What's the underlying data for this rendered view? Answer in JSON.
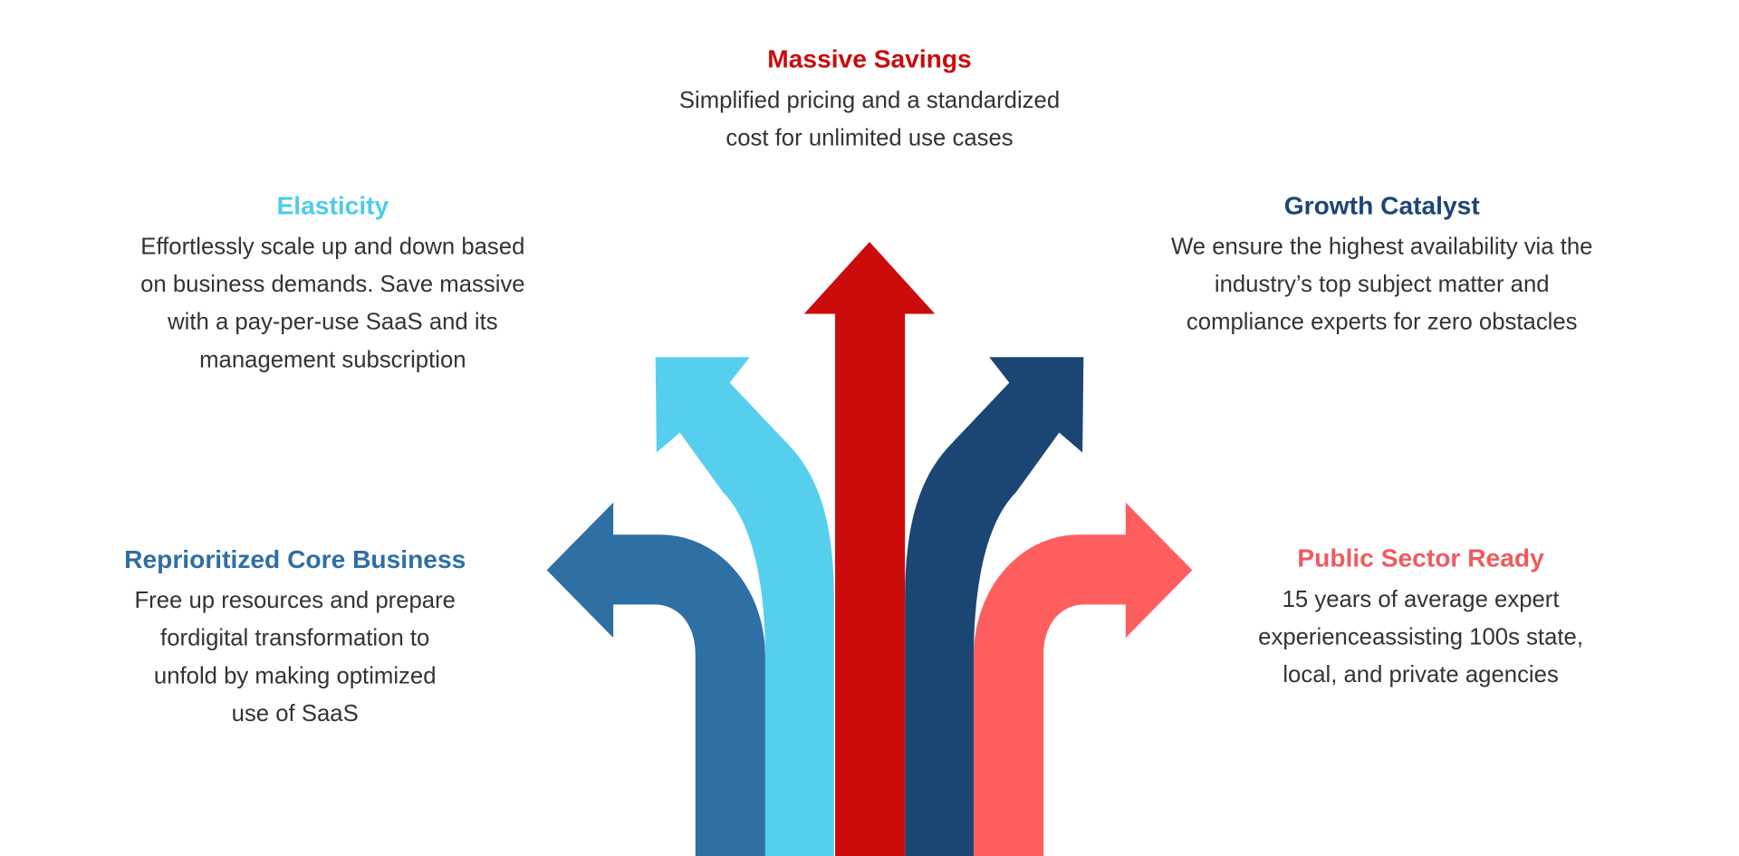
{
  "colors": {
    "massive_savings": "#CC0B0B",
    "elasticity": "#56CFEE",
    "growth_catalyst": "#1B4674",
    "reprioritized": "#2E6FA4",
    "public_sector": "#FF5E5E",
    "body_text": "#333333"
  },
  "sections": {
    "massive_savings": {
      "title": "Massive Savings",
      "lines": [
        "Simplified pricing and a standardized",
        "cost for unlimited use cases"
      ]
    },
    "elasticity": {
      "title": "Elasticity",
      "lines": [
        "Effortlessly scale up and down based",
        "on business demands. Save massive",
        "with a pay-per-use SaaS and its",
        "management subscription"
      ]
    },
    "growth_catalyst": {
      "title": "Growth Catalyst",
      "lines": [
        "We ensure the highest availability via the",
        "industry’s top subject matter and",
        "compliance experts for zero obstacles"
      ]
    },
    "reprioritized": {
      "title": "Reprioritized Core Business",
      "lines": [
        "Free up resources and prepare",
        "fordigital transformation to",
        "unfold by making optimized",
        "use of SaaS"
      ]
    },
    "public_sector": {
      "title": "Public Sector Ready",
      "lines": [
        "15 years of average expert",
        "experienceassisting 100s state,",
        "local, and private agencies"
      ]
    }
  }
}
